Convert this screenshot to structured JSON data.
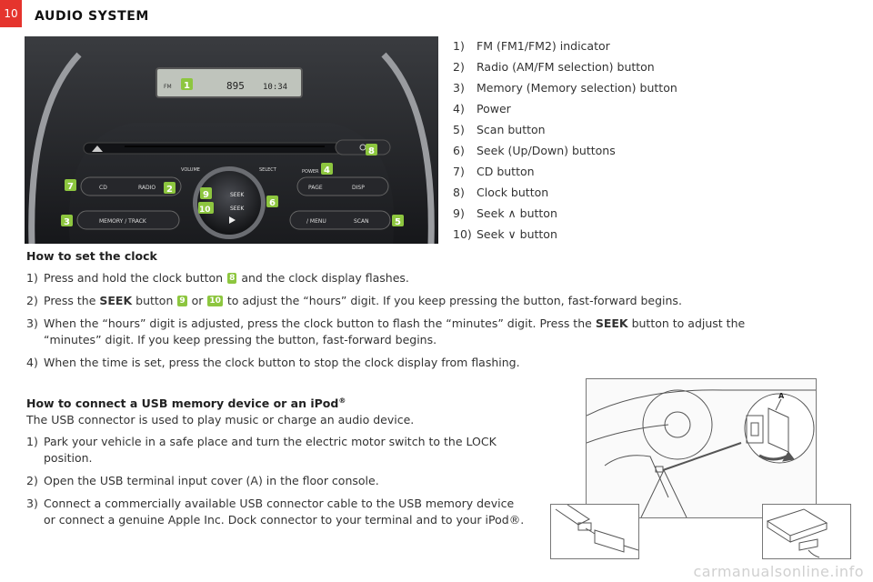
{
  "page_number": "10",
  "header": {
    "title": "AUDIO SYSTEM"
  },
  "photo_labels": {
    "fm": "FM",
    "freq": "895",
    "clock": "10:34",
    "volume": "VOLUME",
    "select": "SELECT",
    "power": "POWER",
    "cd": "CD",
    "radio": "RADIO",
    "memory_track": "MEMORY / TRACK",
    "seek": "SEEK",
    "page": "PAGE",
    "disp": "DISP",
    "menu": "/ MENU",
    "scan": "SCAN"
  },
  "callouts": [
    "1",
    "2",
    "3",
    "4",
    "5",
    "6",
    "7",
    "8",
    "9",
    "10"
  ],
  "legend": [
    {
      "num": "1)",
      "text": "FM (FM1/FM2) indicator"
    },
    {
      "num": "2)",
      "text": "Radio (AM/FM selection) button"
    },
    {
      "num": "3)",
      "text": "Memory (Memory selection) button"
    },
    {
      "num": "4)",
      "text": "Power"
    },
    {
      "num": "5)",
      "text": "Scan button"
    },
    {
      "num": "6)",
      "text": "Seek (Up/Down) buttons"
    },
    {
      "num": "7)",
      "text": "CD button"
    },
    {
      "num": "8)",
      "text": "Clock button"
    },
    {
      "num": "9)",
      "text": "Seek ∧ button"
    },
    {
      "num": "10)",
      "text": "Seek ∨ button"
    }
  ],
  "clock_section": {
    "heading": "How to set the clock",
    "step1": {
      "num": "1)",
      "a": "Press and hold the clock button",
      "badge": "8",
      "b": "and the clock display flashes."
    },
    "step2": {
      "num": "2)",
      "a": "Press the",
      "kw": "SEEK",
      "b": "button",
      "badge1": "9",
      "or": "or",
      "badge2": "10",
      "c": "to adjust the “hours” digit. If you keep pressing the button, fast-forward begins."
    },
    "step3": {
      "num": "3)",
      "a": "When the “hours” digit is adjusted, press the clock button to flash the “minutes” digit. Press the",
      "kw": "SEEK",
      "b": "button to adjust the",
      "c": "“minutes” digit. If you keep pressing the button, fast-forward begins."
    },
    "step4": {
      "num": "4)",
      "a": "When the time is set, press the clock button to stop the clock display from flashing."
    }
  },
  "usb_section": {
    "heading": "How to connect a USB memory device or an iPod",
    "heading_sup": "®",
    "intro": "The USB connector is used to play music or charge an audio device.",
    "steps": [
      {
        "num": "1)",
        "l1": "Park your vehicle in a safe place and turn the electric motor switch to the LOCK",
        "l2": "position."
      },
      {
        "num": "2)",
        "l1": "Open the USB terminal input cover (A) in the floor console.",
        "l2": ""
      },
      {
        "num": "3)",
        "l1": "Connect a commercially available USB connector cable to the USB memory device",
        "l2": "or connect a genuine Apple Inc. Dock connector to your terminal and to your iPod®."
      }
    ]
  },
  "diagram": {
    "label_a": "A"
  },
  "watermark": "carmanualsonline.info"
}
